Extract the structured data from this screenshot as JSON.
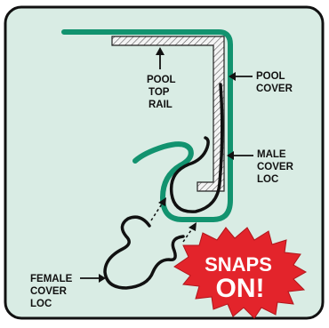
{
  "colors": {
    "background_panel": "#d9ece4",
    "panel_border": "#111111",
    "cover_green": "#12936f",
    "rail_fill": "#f4f4f4",
    "rail_stroke": "#222222",
    "loc_black": "#111111",
    "burst_red": "#e3242b",
    "burst_text": "#ffffff"
  },
  "labels": {
    "pool_top_rail": [
      "POOL",
      "TOP",
      "RAIL"
    ],
    "pool_cover": [
      "POOL",
      "COVER"
    ],
    "male_cover_loc": [
      "MALE",
      "COVER",
      "LOC"
    ],
    "female_cover_loc": [
      "FEMALE",
      "COVER",
      "LOC"
    ]
  },
  "burst": {
    "line1": "SNAPS",
    "line2": "ON!"
  }
}
